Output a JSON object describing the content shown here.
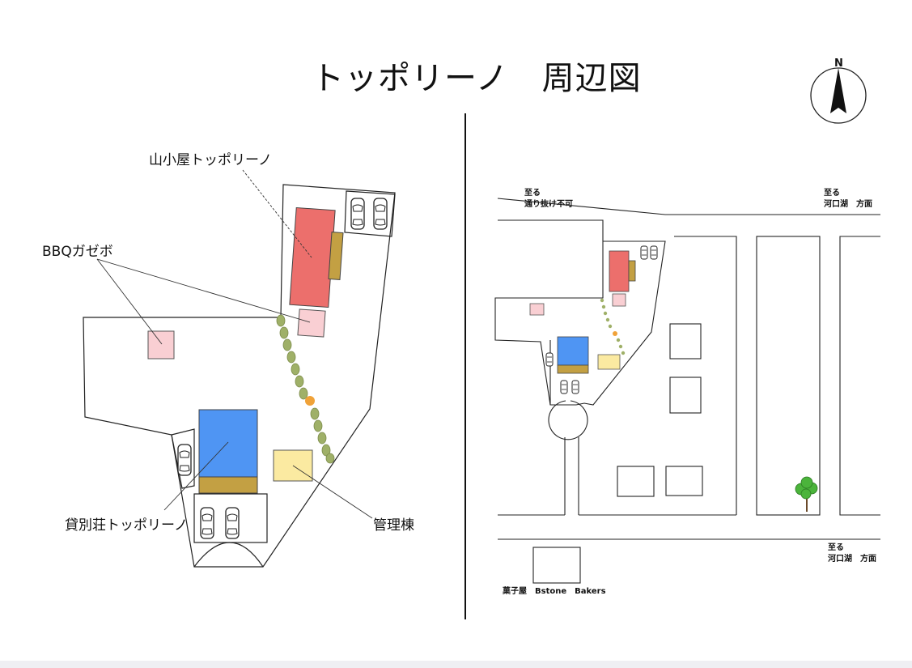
{
  "title": "トッポリーノ　周辺図",
  "compass": {
    "label": "N",
    "icon": "north-arrow-icon"
  },
  "site_labels": {
    "yamagoya": "山小屋トッポリーノ",
    "bbq": "BBQガゼボ",
    "kashibessou": "貸別荘トッポリーノ",
    "kanritou": "管理棟"
  },
  "area_labels": {
    "to_dead_end_line1": "至る",
    "to_dead_end_line2": "通り抜け不可",
    "to_lake_top_line1": "至る",
    "to_lake_top_line2": "河口湖　方面",
    "to_lake_bottom_line1": "至る",
    "to_lake_bottom_line2": "河口湖　方面",
    "bakery": "菓子屋　Bstone　Bakers"
  },
  "colors": {
    "yamagoya_building": "#ec6f6c",
    "kashibessou_building": "#4f95f3",
    "deck": "#c3a043",
    "bbq_gazebo": "#f9cfd3",
    "kanritou_building": "#fbeaa1",
    "hedge": "#9fb068",
    "lamp": "#f0a238",
    "tree": "#4bb43b"
  },
  "icons": [
    "car-icon",
    "tree-icon",
    "hedge-bush-icon",
    "north-arrow-icon"
  ]
}
